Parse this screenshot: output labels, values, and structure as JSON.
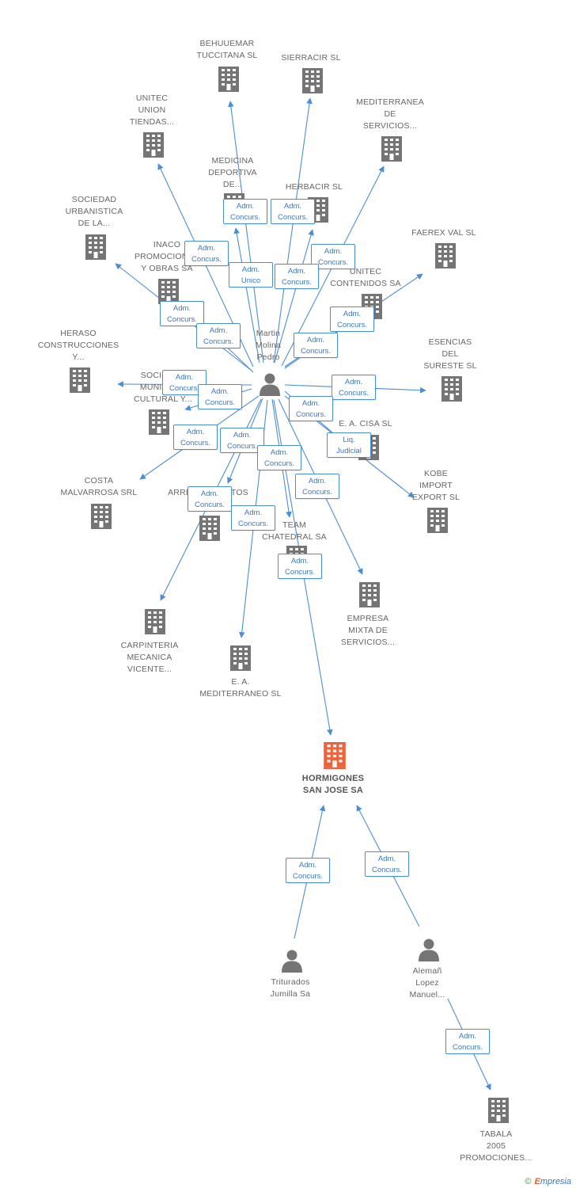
{
  "colors": {
    "edge": "#4a8fd6",
    "node_building": "#757575",
    "node_main": "#f0623a",
    "node_person": "#757575",
    "label_box_border": "#4a8fd6"
  },
  "nodes": [
    {
      "id": "behuuemar",
      "type": "building",
      "label_lines": [
        "BEHUUEMAR",
        "TUCCITANA SL"
      ]
    },
    {
      "id": "sierracir",
      "type": "building",
      "label_lines": [
        "SIERRACIR SL"
      ]
    },
    {
      "id": "unitec-union",
      "type": "building",
      "label_lines": [
        "UNITEC",
        "UNION",
        "TIENDAS..."
      ]
    },
    {
      "id": "mediterranea-servicios",
      "type": "building",
      "label_lines": [
        "MEDITERRANEA",
        "DE",
        "SERVICIOS..."
      ]
    },
    {
      "id": "medicina-deportiva",
      "type": "building",
      "label_lines": [
        "MEDICINA",
        "DEPORTIVA",
        "DE..."
      ]
    },
    {
      "id": "herbacir",
      "type": "building",
      "label_lines": [
        "HERBACIR SL"
      ]
    },
    {
      "id": "sociedad-urbanistica",
      "type": "building",
      "label_lines": [
        "SOCIEDAD",
        "URBANISTICA",
        "DE LA..."
      ]
    },
    {
      "id": "faerex-val",
      "type": "building",
      "label_lines": [
        "FAEREX VAL SL"
      ]
    },
    {
      "id": "inaco",
      "type": "building",
      "label_lines": [
        "INACO",
        "PROMOCIONES",
        "Y OBRAS SA"
      ]
    },
    {
      "id": "unitec-contenidos",
      "type": "building",
      "label_lines": [
        "UNITEC",
        "CONTENIDOS SA"
      ]
    },
    {
      "id": "heraso",
      "type": "building",
      "label_lines": [
        "HERASO",
        "CONSTRUCCIONES",
        "Y..."
      ]
    },
    {
      "id": "esencias-sureste",
      "type": "building",
      "label_lines": [
        "ESENCIAS",
        "DEL",
        "SURESTE SL"
      ]
    },
    {
      "id": "sociedad-municipal",
      "type": "building",
      "label_lines": [
        "SOCIEDAD",
        "MUNICIPAL",
        "CULTURAL Y..."
      ]
    },
    {
      "id": "ea-cisa",
      "type": "building",
      "label_lines": [
        "E. A. CISA SL"
      ]
    },
    {
      "id": "costa-malvarrosa",
      "type": "building",
      "label_lines": [
        "COSTA",
        "MALVARROSA SRL"
      ]
    },
    {
      "id": "arrendamientos",
      "type": "building",
      "label_lines": [
        "ARRENDAMIENTOS",
        "SL"
      ]
    },
    {
      "id": "kobe-import",
      "type": "building",
      "label_lines": [
        "KOBE",
        "IMPORT",
        "EXPORT SL"
      ]
    },
    {
      "id": "team-chatedral",
      "type": "building",
      "label_lines": [
        "TEAM",
        "CHATEDRAL SA"
      ]
    },
    {
      "id": "empresa-mixta",
      "type": "building",
      "label_lines": [
        "EMPRESA",
        "MIXTA DE",
        "SERVICIOS..."
      ]
    },
    {
      "id": "carpinteria",
      "type": "building",
      "label_lines": [
        "CARPINTERIA",
        "MECANICA",
        "VICENTE..."
      ]
    },
    {
      "id": "ea-mediterraneo",
      "type": "building",
      "label_lines": [
        "E. A.",
        "MEDITERRANEO SL"
      ]
    },
    {
      "id": "hormigones",
      "type": "main",
      "label_lines": [
        "HORMIGONES",
        "SAN JOSE SA"
      ]
    },
    {
      "id": "martin-molina",
      "type": "person",
      "label_lines": [
        "Martin",
        "Molina",
        "Pedro"
      ]
    },
    {
      "id": "triturados",
      "type": "person",
      "label_lines": [
        "Triturados",
        "Jumilla Sa"
      ]
    },
    {
      "id": "aleman-lopez",
      "type": "person",
      "label_lines": [
        "Alemañ",
        "Lopez",
        "Manuel..."
      ]
    },
    {
      "id": "tabala",
      "type": "building",
      "label_lines": [
        "TABALA",
        "2005",
        "PROMOCIONES..."
      ]
    }
  ],
  "relations": [
    {
      "from": "martin-molina",
      "to": "behuuemar",
      "lines": [
        "Adm.",
        "Concurs."
      ]
    },
    {
      "from": "martin-molina",
      "to": "sierracir",
      "lines": [
        "Adm.",
        "Concurs."
      ]
    },
    {
      "from": "martin-molina",
      "to": "unitec-union",
      "lines": [
        "Adm.",
        "Concurs."
      ]
    },
    {
      "from": "martin-molina",
      "to": "mediterranea-servicios",
      "lines": [
        "Adm.",
        "Concurs."
      ]
    },
    {
      "from": "martin-molina",
      "to": "medicina-deportiva",
      "lines": [
        "Adm.",
        "Unico"
      ]
    },
    {
      "from": "martin-molina",
      "to": "herbacir",
      "lines": [
        "Adm.",
        "Concurs."
      ]
    },
    {
      "from": "martin-molina",
      "to": "faerex-val",
      "lines": [
        "Adm.",
        "Concurs."
      ]
    },
    {
      "from": "martin-molina",
      "to": "sociedad-urbanistica",
      "lines": [
        "Adm.",
        "Concurs."
      ]
    },
    {
      "from": "martin-molina",
      "to": "inaco",
      "lines": [
        "Adm.",
        "Concurs."
      ]
    },
    {
      "from": "martin-molina",
      "to": "unitec-contenidos",
      "lines": [
        "Adm.",
        "Concurs."
      ]
    },
    {
      "from": "martin-molina",
      "to": "heraso",
      "lines": [
        "Adm.",
        "Concurs."
      ]
    },
    {
      "from": "martin-molina",
      "to": "esencias-sureste",
      "lines": [
        "Adm.",
        "Concurs."
      ]
    },
    {
      "from": "martin-molina",
      "to": "sociedad-municipal",
      "lines": [
        "Adm.",
        "Concurs."
      ]
    },
    {
      "from": "martin-molina",
      "to": "ea-cisa",
      "lines": [
        "Adm.",
        "Concurs."
      ]
    },
    {
      "from": "martin-molina",
      "to": "kobe-import",
      "lines": [
        "Liq.",
        "Judicial"
      ]
    },
    {
      "from": "martin-molina",
      "to": "costa-malvarrosa",
      "lines": [
        "Adm.",
        "Concurs."
      ]
    },
    {
      "from": "martin-molina",
      "to": "arrendamientos",
      "lines": [
        "Adm.",
        "Concurs."
      ]
    },
    {
      "from": "martin-molina",
      "to": "team-chatedral",
      "lines": [
        "Adm.",
        "Concurs."
      ]
    },
    {
      "from": "martin-molina",
      "to": "empresa-mixta",
      "lines": [
        "Adm.",
        "Concurs."
      ]
    },
    {
      "from": "martin-molina",
      "to": "carpinteria",
      "lines": [
        "Adm.",
        "Concurs."
      ]
    },
    {
      "from": "martin-molina",
      "to": "ea-mediterraneo",
      "lines": [
        "Adm.",
        "Concurs."
      ]
    },
    {
      "from": "martin-molina",
      "to": "hormigones",
      "lines": [
        "Adm.",
        "Concurs."
      ]
    },
    {
      "from": "triturados",
      "to": "hormigones",
      "lines": [
        "Adm.",
        "Concurs."
      ]
    },
    {
      "from": "aleman-lopez",
      "to": "hormigones",
      "lines": [
        "Adm.",
        "Concurs."
      ]
    },
    {
      "from": "aleman-lopez",
      "to": "tabala",
      "lines": [
        "Adm.",
        "Concurs."
      ]
    }
  ],
  "footer": {
    "copyright": "©",
    "brand_first": "E",
    "brand_rest": "mpresia"
  }
}
